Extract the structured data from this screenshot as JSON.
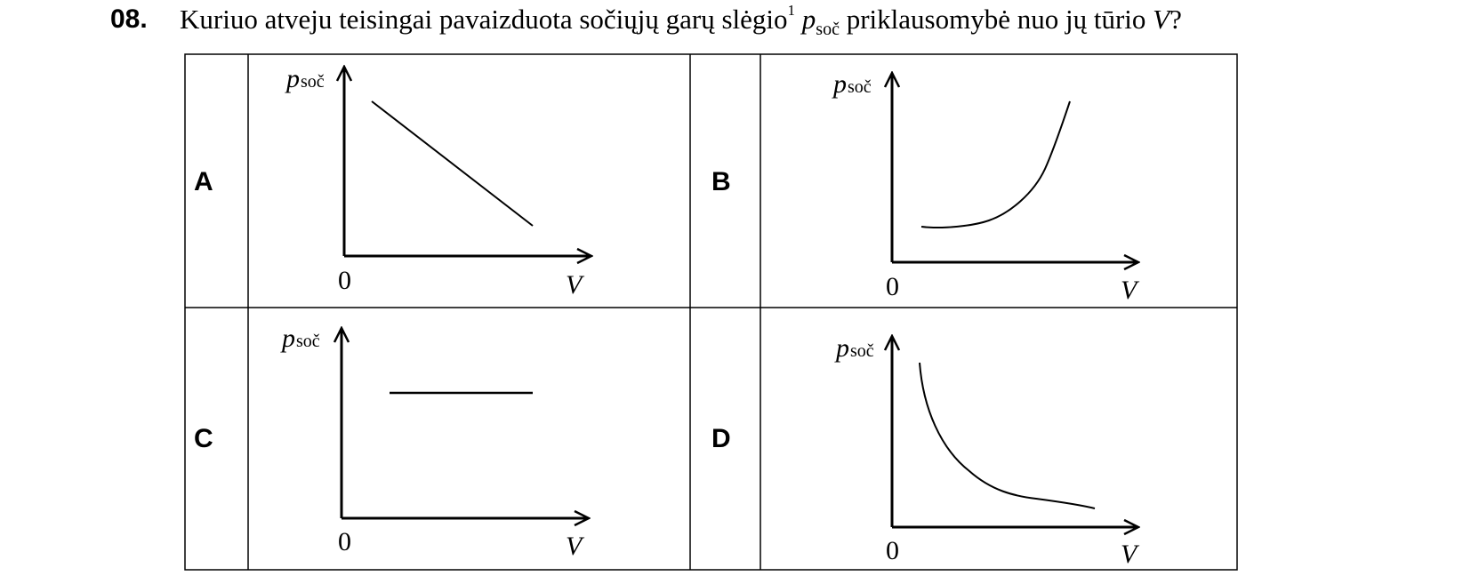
{
  "question": {
    "number": "08.",
    "text_before": "Kuriuo atveju teisingai pavaizduota sočiųjų garų slėgio",
    "footnote": "1",
    "symbol_p": "p",
    "symbol_sub": "soč",
    "text_middle": "priklausomybė nuo jų tūrio",
    "symbol_v": "V",
    "text_end": "?"
  },
  "options": [
    {
      "letter": "A",
      "ylabel": "p",
      "ysub": "soč",
      "origin": "0",
      "xlabel": "V",
      "curve": "linear-decreasing"
    },
    {
      "letter": "B",
      "ylabel": "p",
      "ysub": "soč",
      "origin": "0",
      "xlabel": "V",
      "curve": "increasing-convex"
    },
    {
      "letter": "C",
      "ylabel": "p",
      "ysub": "soč",
      "origin": "0",
      "xlabel": "V",
      "curve": "constant"
    },
    {
      "letter": "D",
      "ylabel": "p",
      "ysub": "soč",
      "origin": "0",
      "xlabel": "V",
      "curve": "decreasing-hyperbola"
    }
  ]
}
